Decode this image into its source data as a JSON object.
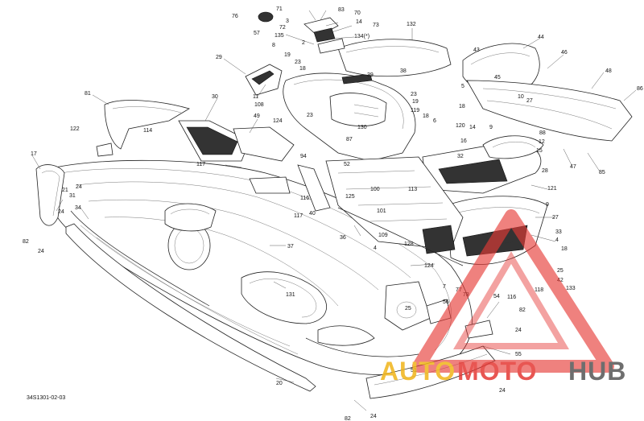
{
  "diagram": {
    "reference_code": "34S1301-02-03",
    "part_labels": [
      {
        "id": "l76",
        "text": "76"
      },
      {
        "id": "l71",
        "text": "71"
      },
      {
        "id": "l83",
        "text": "83"
      },
      {
        "id": "l70",
        "text": "70"
      },
      {
        "id": "l3",
        "text": "3"
      },
      {
        "id": "l14a",
        "text": "14"
      },
      {
        "id": "l73",
        "text": "73"
      },
      {
        "id": "l72",
        "text": "72"
      },
      {
        "id": "l135",
        "text": "135"
      },
      {
        "id": "l134",
        "text": "134(*)"
      },
      {
        "id": "l57",
        "text": "57"
      },
      {
        "id": "l2",
        "text": "2"
      },
      {
        "id": "l132",
        "text": "132"
      },
      {
        "id": "l44",
        "text": "44"
      },
      {
        "id": "l8",
        "text": "8"
      },
      {
        "id": "l19a",
        "text": "19"
      },
      {
        "id": "l43",
        "text": "43"
      },
      {
        "id": "l46",
        "text": "46"
      },
      {
        "id": "l23a",
        "text": "23"
      },
      {
        "id": "l18a",
        "text": "18"
      },
      {
        "id": "l29",
        "text": "29"
      },
      {
        "id": "l39",
        "text": "39"
      },
      {
        "id": "l38",
        "text": "38"
      },
      {
        "id": "l45",
        "text": "45"
      },
      {
        "id": "l48",
        "text": "48"
      },
      {
        "id": "l86",
        "text": "86"
      },
      {
        "id": "l11",
        "text": "11"
      },
      {
        "id": "l108",
        "text": "108"
      },
      {
        "id": "l5",
        "text": "5"
      },
      {
        "id": "l81",
        "text": "81"
      },
      {
        "id": "l30",
        "text": "30"
      },
      {
        "id": "l23b",
        "text": "23"
      },
      {
        "id": "l19b",
        "text": "19"
      },
      {
        "id": "l10",
        "text": "10"
      },
      {
        "id": "l27a",
        "text": "27"
      },
      {
        "id": "l18b",
        "text": "18"
      },
      {
        "id": "l119",
        "text": "119"
      },
      {
        "id": "l18c",
        "text": "18"
      },
      {
        "id": "l14b",
        "text": "14"
      },
      {
        "id": "l9a",
        "text": "9"
      },
      {
        "id": "l88",
        "text": "88"
      },
      {
        "id": "l12",
        "text": "12"
      },
      {
        "id": "l114",
        "text": "114"
      },
      {
        "id": "l49",
        "text": "49"
      },
      {
        "id": "l124a",
        "text": "124"
      },
      {
        "id": "l23c",
        "text": "23"
      },
      {
        "id": "l130",
        "text": "130"
      },
      {
        "id": "l6",
        "text": "6"
      },
      {
        "id": "l120",
        "text": "120"
      },
      {
        "id": "l16",
        "text": "16"
      },
      {
        "id": "l15",
        "text": "15"
      },
      {
        "id": "l122",
        "text": "122"
      },
      {
        "id": "l87",
        "text": "87"
      },
      {
        "id": "l32",
        "text": "32"
      },
      {
        "id": "l94",
        "text": "94"
      },
      {
        "id": "l17",
        "text": "17"
      },
      {
        "id": "l117a",
        "text": "117"
      },
      {
        "id": "l52",
        "text": "52"
      },
      {
        "id": "l28",
        "text": "28"
      },
      {
        "id": "l47",
        "text": "47"
      },
      {
        "id": "l85",
        "text": "85"
      },
      {
        "id": "l21",
        "text": "21"
      },
      {
        "id": "l24a",
        "text": "24"
      },
      {
        "id": "l31",
        "text": "31"
      },
      {
        "id": "l113",
        "text": "113"
      },
      {
        "id": "l100",
        "text": "100"
      },
      {
        "id": "l121",
        "text": "121"
      },
      {
        "id": "l116a",
        "text": "116"
      },
      {
        "id": "l125",
        "text": "125"
      },
      {
        "id": "l9b",
        "text": "9"
      },
      {
        "id": "l34",
        "text": "34"
      },
      {
        "id": "l117b",
        "text": "117"
      },
      {
        "id": "l40",
        "text": "40"
      },
      {
        "id": "l101",
        "text": "101"
      },
      {
        "id": "l27b",
        "text": "27"
      },
      {
        "id": "l24b",
        "text": "24"
      },
      {
        "id": "l33",
        "text": "33"
      },
      {
        "id": "l82a",
        "text": "82"
      },
      {
        "id": "l36",
        "text": "36"
      },
      {
        "id": "l109",
        "text": "109"
      },
      {
        "id": "l4a",
        "text": "4"
      },
      {
        "id": "l24c",
        "text": "24"
      },
      {
        "id": "l128",
        "text": "128"
      },
      {
        "id": "l18d",
        "text": "18"
      },
      {
        "id": "l37",
        "text": "37"
      },
      {
        "id": "l4b",
        "text": "4"
      },
      {
        "id": "l124b",
        "text": "124"
      },
      {
        "id": "l25a",
        "text": "25"
      },
      {
        "id": "l42",
        "text": "42"
      },
      {
        "id": "l7",
        "text": "7"
      },
      {
        "id": "l77",
        "text": "77"
      },
      {
        "id": "l54",
        "text": "54"
      },
      {
        "id": "l116b",
        "text": "116"
      },
      {
        "id": "l118",
        "text": "118"
      },
      {
        "id": "l133",
        "text": "133"
      },
      {
        "id": "l131",
        "text": "131"
      },
      {
        "id": "l78",
        "text": "78"
      },
      {
        "id": "l56",
        "text": "56"
      },
      {
        "id": "l25b",
        "text": "25"
      },
      {
        "id": "l82b",
        "text": "82"
      },
      {
        "id": "l24d",
        "text": "24"
      },
      {
        "id": "l55",
        "text": "55"
      },
      {
        "id": "l51",
        "text": "51"
      },
      {
        "id": "l24e",
        "text": "24"
      },
      {
        "id": "l20",
        "text": "20"
      },
      {
        "id": "l82c",
        "text": "82"
      },
      {
        "id": "l24f",
        "text": "24"
      }
    ]
  },
  "watermark": {
    "part1": "AUTO",
    "part2": "MOTO",
    "part3": "HUB",
    "colors": {
      "auto": "#f0b419",
      "moto": "#e53935",
      "hub": "#555555"
    }
  }
}
